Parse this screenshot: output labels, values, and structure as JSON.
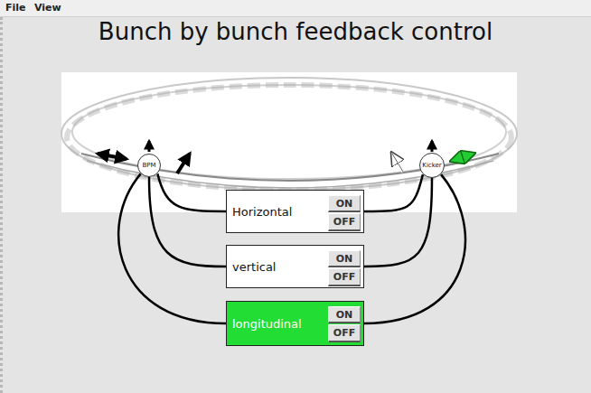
{
  "diagram": {
    "title": "Bunch by bunch feedback control",
    "nodes": [
      {
        "text": [
          "BPM"
        ]
      },
      {
        "text": [
          "Kicker"
        ]
      },
      {
        "text": [
          "Horizontal"
        ]
      },
      {
        "text": [
          "ON"
        ],
        "in": 2
      },
      {
        "text": [
          "OFF"
        ],
        "in": 2
      },
      {
        "text": [
          "vertical"
        ]
      },
      {
        "text": [
          "ON"
        ],
        "in": 5
      },
      {
        "text": [
          "OFF"
        ],
        "in": 5
      },
      {
        "text": [
          "longitudinal"
        ]
      },
      {
        "text": [
          "ON"
        ],
        "in": 8
      },
      {
        "text": [
          "OFF"
        ],
        "in": 8
      }
    ],
    "edges": [
      {
        "from": 0,
        "to": 2,
        "arrow": "none"
      },
      {
        "from": 2,
        "to": 1,
        "arrow": "none"
      },
      {
        "from": 0,
        "to": 5,
        "arrow": "none"
      },
      {
        "from": 5,
        "to": 1,
        "arrow": "none"
      },
      {
        "from": 0,
        "to": 8,
        "arrow": "none"
      },
      {
        "from": 8,
        "to": 1,
        "arrow": "none"
      }
    ],
    "labels": [
      "File",
      "View"
    ]
  }
}
